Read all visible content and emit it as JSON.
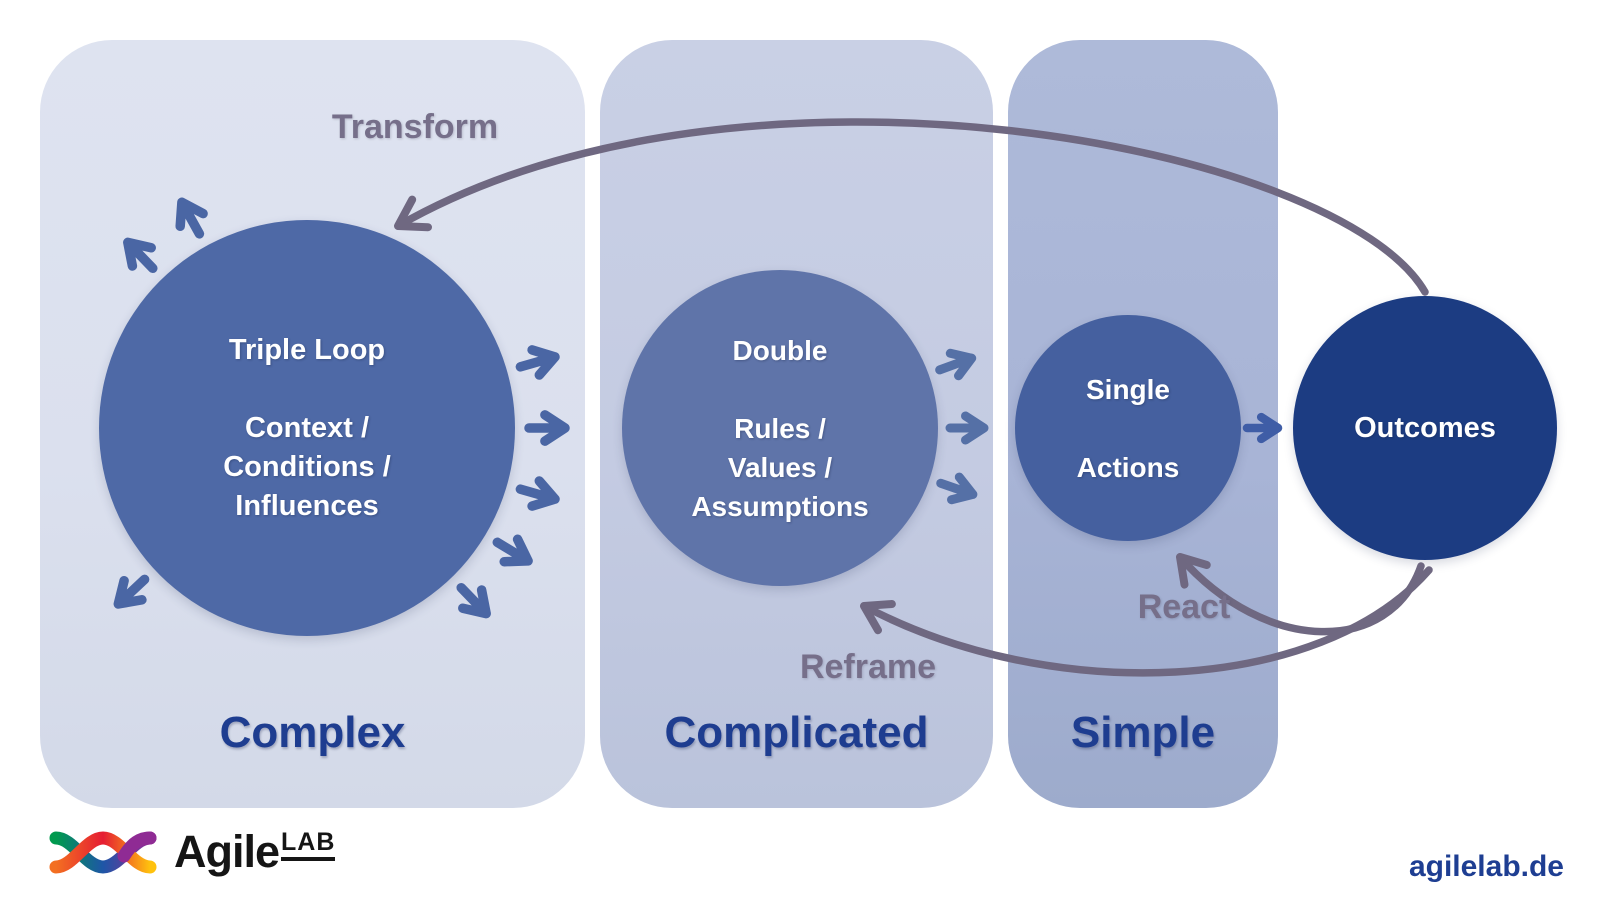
{
  "title": "Triple Loop Learning diagram",
  "panels": [
    {
      "id": "complex",
      "label": "Complex",
      "circle": {
        "name": "triple-loop",
        "lines": [
          "Triple Loop",
          "",
          "Context /",
          "Conditions /",
          "Influences"
        ]
      },
      "outward_arrows_icon": "radiating-arrows-icon",
      "outward_arrow_count": 8
    },
    {
      "id": "complicated",
      "label": "Complicated",
      "circle": {
        "name": "double-loop",
        "lines": [
          "Double",
          "",
          "Rules /",
          "Values /",
          "Assumptions"
        ]
      },
      "outward_arrows_icon": "radiating-arrows-icon",
      "outward_arrow_count": 3
    },
    {
      "id": "simple",
      "label": "Simple",
      "circle": {
        "name": "single-loop",
        "lines": [
          "Single",
          "",
          "Actions"
        ]
      },
      "outward_arrows_icon": "right-arrow-icon",
      "outward_arrow_count": 1
    }
  ],
  "outcomes": {
    "label": "Outcomes"
  },
  "flow_labels": {
    "transform": "Transform",
    "react": "React",
    "reframe": "Reframe"
  },
  "footer": {
    "brand": "Agile",
    "brand_sup": "LAB",
    "logo_icon": "dna-helix-icon",
    "website": "agilelab.de"
  },
  "colors": {
    "panel_complex": "#dbe0ee",
    "panel_complicated": "#c4cbe2",
    "panel_simple": "#a8b4d6",
    "circle_triple": "#4e69a6",
    "circle_double": "#5f74a9",
    "circle_single": "#45609f",
    "circle_outcomes": "#1c3c82",
    "flow_curve": "#6f6881",
    "flow_label_text": "#766f8a",
    "category_text": "#1e3d90",
    "website_text": "#1e3e92",
    "circle_text": "#ffffff"
  }
}
